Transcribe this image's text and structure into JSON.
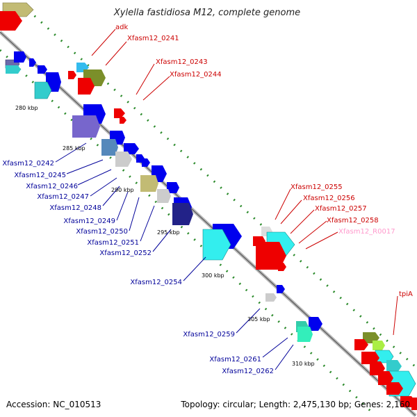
{
  "title": "Xylella fastidiosa M12, complete genome",
  "footer": {
    "accession": "Accession: NC_010513",
    "summary": "Topology: circular; Length: 2,475,130 bp; Genes: 2,160"
  },
  "colors": {
    "red_label": "#cc0000",
    "blue_label": "#000099",
    "pink_label": "#ff99cc",
    "backbone": "#999999",
    "gc_dots": "#228822"
  },
  "ticks": [
    "280 kbp",
    "285 kbp",
    "290 kbp",
    "295 kbp",
    "300 kbp",
    "305 kbp",
    "310 kbp"
  ],
  "labels_forward": [
    "adk",
    "Xfasm12_0241",
    "Xfasm12_0243",
    "Xfasm12_0244",
    "Xfasm12_0255",
    "Xfasm12_0256",
    "Xfasm12_0257",
    "Xfasm12_0258",
    "Xfasm12_R0017",
    "tpiA"
  ],
  "labels_reverse": [
    "Xfasm12_0242",
    "Xfasm12_0245",
    "Xfasm12_0246",
    "Xfasm12_0247",
    "Xfasm12_0248",
    "Xfasm12_0249",
    "Xfasm12_0250",
    "Xfasm12_0251",
    "Xfasm12_0252",
    "Xfasm12_0254",
    "Xfasm12_0259",
    "Xfasm12_0261",
    "Xfasm12_0262"
  ]
}
